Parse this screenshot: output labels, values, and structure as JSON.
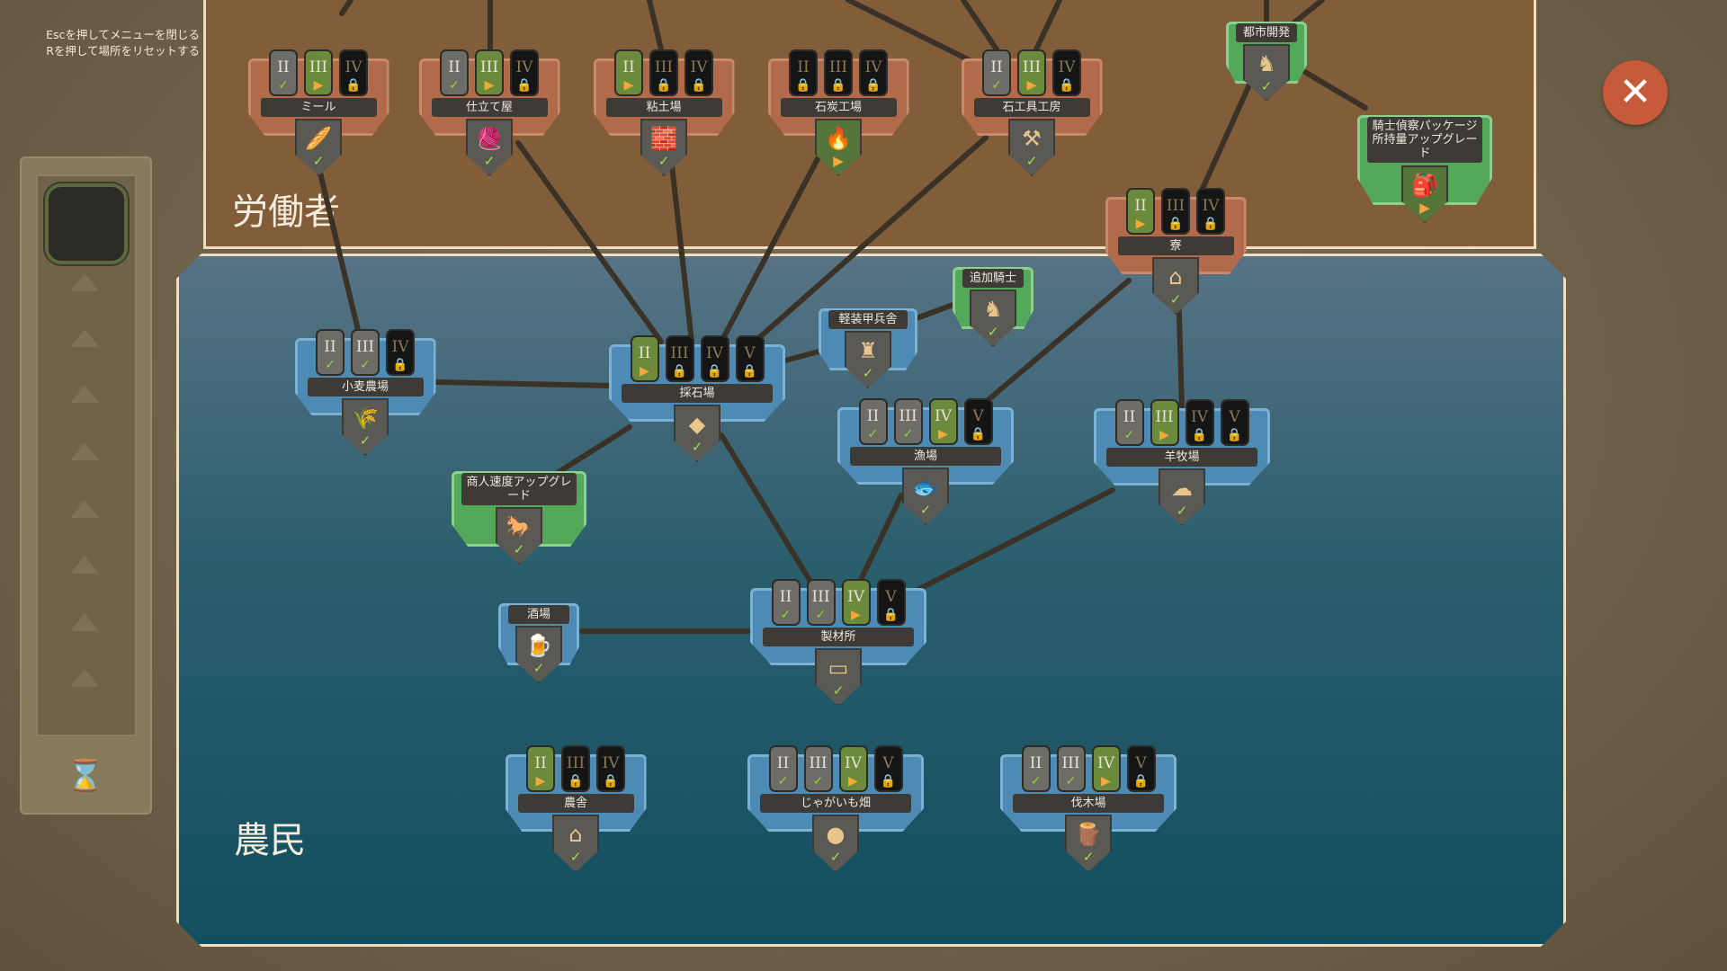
{
  "hints": [
    "Escを押してメニューを閉じる",
    "Rを押して場所をリセットする"
  ],
  "sections": {
    "workers": "労働者",
    "peasants": "農民"
  },
  "close_icon": "close-icon",
  "sidebar": {
    "reset_icon": "hourglass-reset-icon"
  },
  "colors": {
    "brown_panel": "#815d3a",
    "teal_panel": "#124f5f",
    "close": "#c65a3b",
    "done": "#8fd43a",
    "next": "#f2a93a"
  },
  "tier_marks": {
    "done": "✓",
    "next": "▶",
    "locked": "🔒"
  },
  "nodes": [
    {
      "id": "mill",
      "label": "ミール",
      "style": "brown",
      "tiers": [
        [
          "II",
          "done"
        ],
        [
          "III",
          "next"
        ],
        [
          "IV",
          "locked"
        ]
      ],
      "status": "done",
      "icon": "flour-sack-icon"
    },
    {
      "id": "tailor",
      "label": "仕立て屋",
      "style": "brown",
      "tiers": [
        [
          "II",
          "done"
        ],
        [
          "III",
          "next"
        ],
        [
          "IV",
          "locked"
        ]
      ],
      "status": "done",
      "icon": "cloth-icon"
    },
    {
      "id": "clay",
      "label": "粘土場",
      "style": "brown",
      "tiers": [
        [
          "II",
          "next"
        ],
        [
          "III",
          "locked"
        ],
        [
          "IV",
          "locked"
        ]
      ],
      "status": "done",
      "icon": "clay-icon"
    },
    {
      "id": "coal",
      "label": "石炭工場",
      "style": "brown",
      "tiers": [
        [
          "II",
          "locked"
        ],
        [
          "III",
          "locked"
        ],
        [
          "IV",
          "locked"
        ]
      ],
      "status": "next",
      "icon": "coal-icon"
    },
    {
      "id": "stonetools",
      "label": "石工具工房",
      "style": "brown",
      "tiers": [
        [
          "II",
          "done"
        ],
        [
          "III",
          "next"
        ],
        [
          "IV",
          "locked"
        ]
      ],
      "status": "done",
      "icon": "stone-tools-icon"
    },
    {
      "id": "urban",
      "label": "都市開発",
      "style": "green",
      "tiers": [],
      "status": "done",
      "icon": "knight-plus-icon"
    },
    {
      "id": "scoutpack",
      "label": "騎士偵察パッケージ所持量アップグレード",
      "style": "green",
      "tiers": [],
      "status": "next",
      "icon": "knight-bag-icon"
    },
    {
      "id": "dorm",
      "label": "寮",
      "style": "brown",
      "tiers": [
        [
          "II",
          "next"
        ],
        [
          "III",
          "locked"
        ],
        [
          "IV",
          "locked"
        ]
      ],
      "status": "done",
      "icon": "worker-house-icon"
    },
    {
      "id": "extraknight",
      "label": "追加騎士",
      "style": "green",
      "tiers": [],
      "status": "done",
      "icon": "knight-plus-icon"
    },
    {
      "id": "barracks",
      "label": "軽装甲兵舎",
      "style": "blue",
      "tiers": [],
      "status": "done",
      "icon": "barracks-icon"
    },
    {
      "id": "wheat",
      "label": "小麦農場",
      "style": "blue",
      "tiers": [
        [
          "II",
          "done"
        ],
        [
          "III",
          "done"
        ],
        [
          "IV",
          "locked"
        ]
      ],
      "status": "done",
      "icon": "wheat-icon"
    },
    {
      "id": "quarry",
      "label": "採石場",
      "style": "blue",
      "tiers": [
        [
          "II",
          "next"
        ],
        [
          "III",
          "locked"
        ],
        [
          "IV",
          "locked"
        ],
        [
          "V",
          "locked"
        ]
      ],
      "status": "done",
      "icon": "stone-icon"
    },
    {
      "id": "fishery",
      "label": "漁場",
      "style": "blue",
      "tiers": [
        [
          "II",
          "done"
        ],
        [
          "III",
          "done"
        ],
        [
          "IV",
          "next"
        ],
        [
          "V",
          "locked"
        ]
      ],
      "status": "done",
      "icon": "fish-icon"
    },
    {
      "id": "sheep",
      "label": "羊牧場",
      "style": "blue",
      "tiers": [
        [
          "II",
          "done"
        ],
        [
          "III",
          "next"
        ],
        [
          "IV",
          "locked"
        ],
        [
          "V",
          "locked"
        ]
      ],
      "status": "done",
      "icon": "wool-icon"
    },
    {
      "id": "merchant",
      "label": "商人速度アップグレード",
      "style": "green",
      "tiers": [],
      "status": "done",
      "icon": "merchant-cart-icon"
    },
    {
      "id": "tavern",
      "label": "酒場",
      "style": "blue",
      "tiers": [],
      "status": "done",
      "icon": "beer-icon"
    },
    {
      "id": "sawmill",
      "label": "製材所",
      "style": "blue",
      "tiers": [
        [
          "II",
          "done"
        ],
        [
          "III",
          "done"
        ],
        [
          "IV",
          "next"
        ],
        [
          "V",
          "locked"
        ]
      ],
      "status": "done",
      "icon": "planks-icon"
    },
    {
      "id": "farmhouse",
      "label": "農舎",
      "style": "blue",
      "tiers": [
        [
          "II",
          "next"
        ],
        [
          "III",
          "locked"
        ],
        [
          "IV",
          "locked"
        ]
      ],
      "status": "done",
      "icon": "peasant-house-icon"
    },
    {
      "id": "potato",
      "label": "じゃがいも畑",
      "style": "blue",
      "tiers": [
        [
          "II",
          "done"
        ],
        [
          "III",
          "done"
        ],
        [
          "IV",
          "next"
        ],
        [
          "V",
          "locked"
        ]
      ],
      "status": "done",
      "icon": "potato-icon"
    },
    {
      "id": "lumber",
      "label": "伐木場",
      "style": "blue",
      "tiers": [
        [
          "II",
          "done"
        ],
        [
          "III",
          "done"
        ],
        [
          "IV",
          "next"
        ],
        [
          "V",
          "locked"
        ]
      ],
      "status": "done",
      "icon": "log-icon"
    }
  ]
}
